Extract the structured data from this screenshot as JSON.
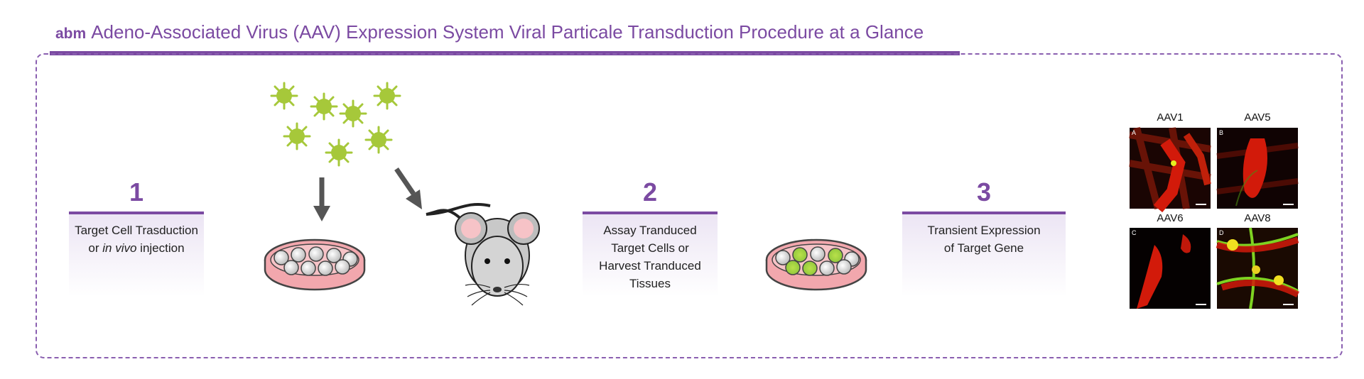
{
  "header": {
    "brand": "abm",
    "title": "Adeno-Associated Virus (AAV) Expression System Viral Particale Transduction Procedure at a Glance"
  },
  "steps": [
    {
      "number": "1",
      "line1": "Target Cell Trasduction",
      "line2_prefix": "or ",
      "line2_italic": "in vivo",
      "line2_suffix": " injection"
    },
    {
      "number": "2",
      "lines": [
        "Assay Tranduced",
        "Target Cells or",
        "Harvest Tranduced",
        "Tissues"
      ]
    },
    {
      "number": "3",
      "lines": [
        "Transient Expression",
        "of Target Gene"
      ]
    }
  ],
  "micrographs": [
    {
      "label": "AAV1",
      "panel": "A"
    },
    {
      "label": "AAV5",
      "panel": "B"
    },
    {
      "label": "AAV6",
      "panel": "C"
    },
    {
      "label": "AAV8",
      "panel": "D"
    }
  ],
  "colors": {
    "brand_purple": "#7b4aa2",
    "virus_green": "#a6c83a",
    "dish_pink": "#f2a7ad",
    "fluor_red": "#d21a0a",
    "fluor_green": "#7ed321"
  }
}
